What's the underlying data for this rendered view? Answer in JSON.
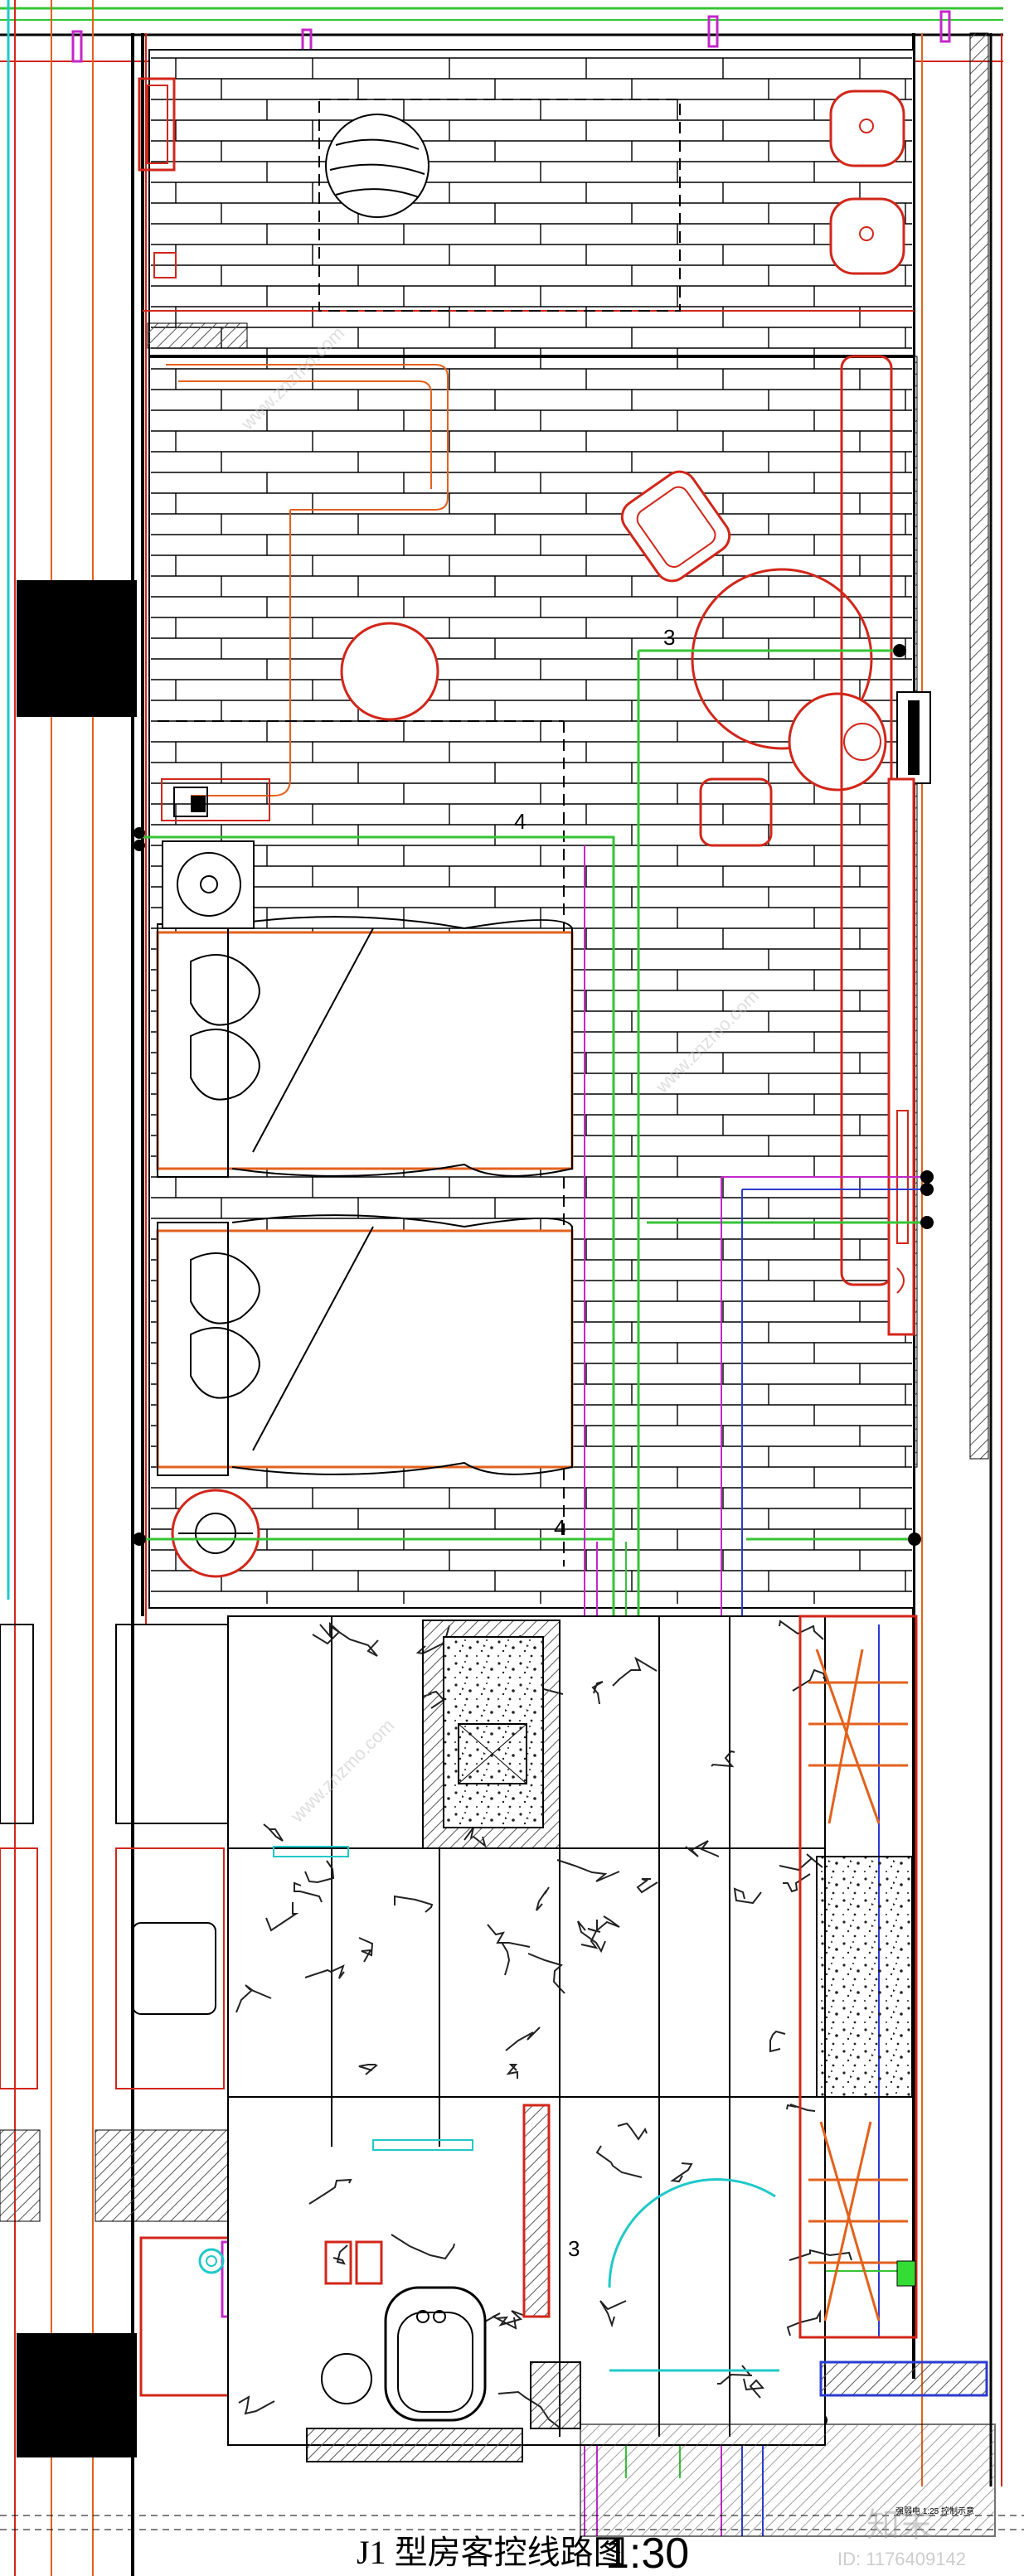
{
  "drawing": {
    "title": "J1 型房客控线路图",
    "scale": "1:30",
    "small_legend": "强弱电 1:25 控制示意",
    "circuit_labels": [
      "3",
      "4",
      "4",
      "3"
    ]
  },
  "watermark": {
    "brand": "知末",
    "site": "www.znzmo.com",
    "id": "ID: 1176409142"
  },
  "colors": {
    "wall": "#000000",
    "furniture": "#d2261a",
    "orange_line": "#e3611c",
    "green_circuit": "#34c534",
    "magenta_circuit": "#c327c8",
    "blue_circuit": "#2b3bd0",
    "cyan_line": "#20c8c8",
    "marble": "#b9b9b9"
  }
}
